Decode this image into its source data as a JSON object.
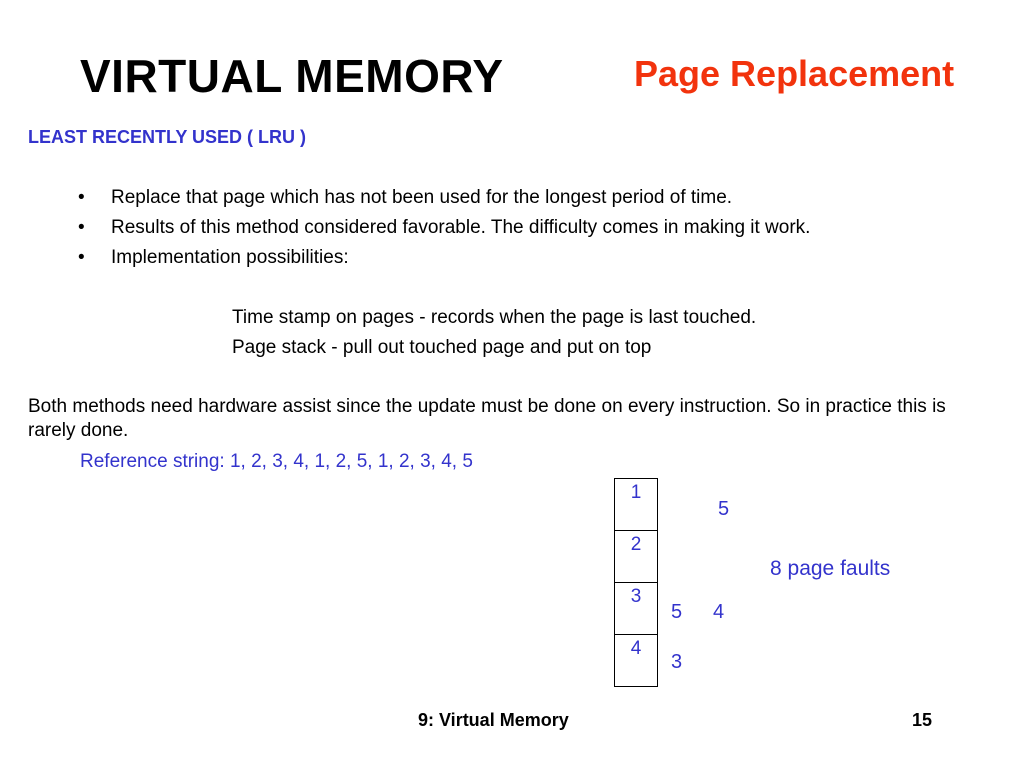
{
  "colors": {
    "title": "#000000",
    "subtitle": "#f2330d",
    "accent_blue": "#3333cc",
    "text": "#000000",
    "border": "#000000"
  },
  "header": {
    "title": "VIRTUAL MEMORY",
    "subtitle": "Page Replacement"
  },
  "section": {
    "heading": "LEAST RECENTLY USED ( LRU )",
    "bullet_glyph": "•",
    "bullets": [
      "Replace that page which has not been used for the longest period of time.",
      "Results of this method considered favorable. The difficulty comes in making it work.",
      "Implementation possibilities:"
    ],
    "sub_items": [
      "Time stamp on pages - records when the page is last touched.",
      "Page stack - pull out touched page and put on top"
    ],
    "paragraph": "Both methods need hardware assist since the update must be done on every instruction. So in practice this is rarely done.",
    "reference_string": "Reference string: 1, 2, 3, 4, 1, 2, 5, 1, 2, 3, 4, 5"
  },
  "diagram": {
    "frames": [
      "1",
      "2",
      "3",
      "4"
    ],
    "replacements": {
      "top_right": "5",
      "row3_a": "5",
      "row3_b": "4",
      "row4": "3"
    },
    "faults_label": "8 page faults"
  },
  "footer": {
    "label": "9: Virtual Memory",
    "page": "15"
  }
}
